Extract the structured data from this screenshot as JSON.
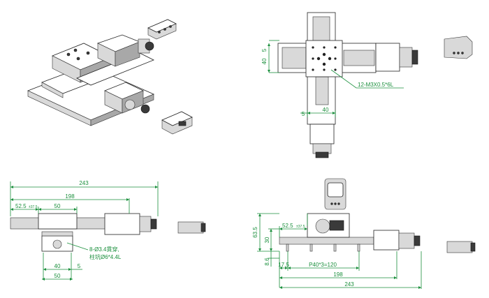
{
  "top_view": {
    "dims": {
      "height_5": "5",
      "height_40": "40",
      "width_5": "5",
      "width_40": "40",
      "thread_callout": "12-M3X0.5*6L"
    }
  },
  "side_view": {
    "dims": {
      "length_243": "243",
      "length_198": "198",
      "offset_52_5": "52.5",
      "tol_37_5": "±37.5",
      "width_50": "50",
      "hole_note_line1": "8-Ø3.4貫穿,",
      "hole_note_line2": "柱坑Ø6*4.4L",
      "base_40": "40",
      "base_5": "5",
      "base_50": "50"
    }
  },
  "front_view": {
    "dims": {
      "height_63_5": "63.5",
      "height_30": "30",
      "height_8_6": "8.6",
      "offset_17_5": "17.5",
      "offset_52_5": "52.5",
      "tol_37_5": "±37.5",
      "pitch": "P40*3=120",
      "length_198": "198",
      "length_243": "243"
    }
  }
}
